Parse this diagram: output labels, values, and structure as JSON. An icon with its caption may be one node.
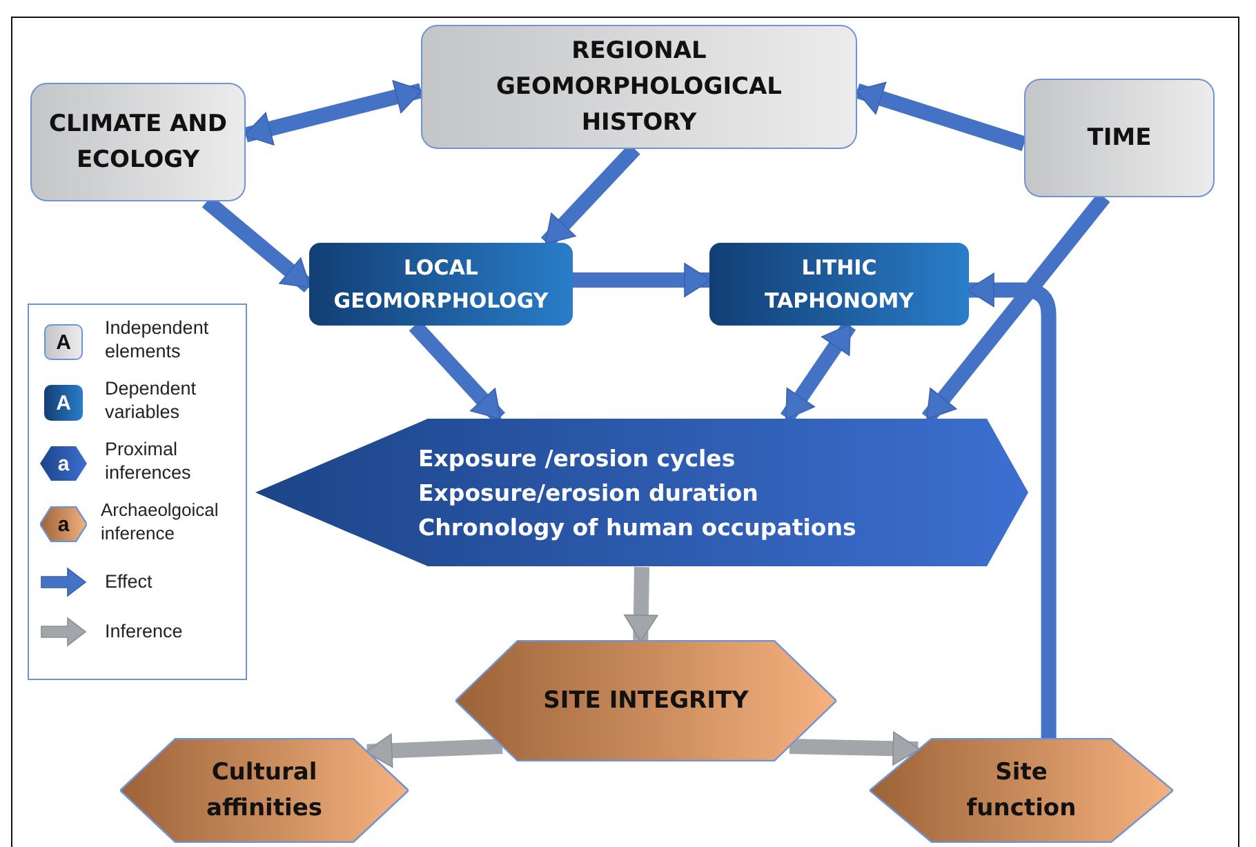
{
  "diagram": {
    "nodes": [
      {
        "text": [
          "CLIMATE AND ECOLOGY"
        ]
      },
      {
        "text": [
          "REGIONAL GEOMORPHOLOGICAL HISTORY"
        ]
      },
      {
        "text": [
          "TIME"
        ]
      },
      {
        "text": [
          "LOCAL GEOMORPHOLOGY"
        ]
      },
      {
        "text": [
          "LITHIC TAPHONOMY"
        ]
      },
      {
        "text": [
          "Exposure /erosion cycles",
          "Exposure/erosion duration",
          "Chronology of human occupations"
        ]
      },
      {
        "text": [
          "SITE INTEGRITY"
        ]
      },
      {
        "text": [
          "Cultural affinities"
        ]
      },
      {
        "text": [
          "Site function"
        ]
      }
    ],
    "edges": [
      {
        "from": 0,
        "to": 1,
        "arrow": "both"
      },
      {
        "from": 2,
        "to": 1,
        "arrow": "to"
      },
      {
        "from": 1,
        "to": 3,
        "arrow": "to"
      },
      {
        "from": 0,
        "to": 3,
        "arrow": "to"
      },
      {
        "from": 3,
        "to": 4,
        "arrow": "to"
      },
      {
        "from": 3,
        "to": 5,
        "arrow": "to"
      },
      {
        "from": 4,
        "to": 5,
        "arrow": "both"
      },
      {
        "from": 2,
        "to": 5,
        "arrow": "to"
      },
      {
        "from": 8,
        "to": 4,
        "arrow": "to"
      },
      {
        "from": 5,
        "to": 6,
        "arrow": "to",
        "color": "#a2a6ab"
      },
      {
        "from": 6,
        "to": 7,
        "arrow": "to",
        "color": "#a2a6ab"
      },
      {
        "from": 6,
        "to": 8,
        "arrow": "to",
        "color": "#a2a6ab"
      }
    ],
    "labels": [
      "A",
      "A",
      "a",
      "a"
    ],
    "legend": [
      {
        "text": "Independent elements"
      },
      {
        "text": "Dependent variables"
      },
      {
        "text": "Proximal inferences"
      },
      {
        "text": "Archaeolgoical inference"
      },
      {
        "text": "Effect"
      },
      {
        "text": "Inference"
      }
    ]
  }
}
